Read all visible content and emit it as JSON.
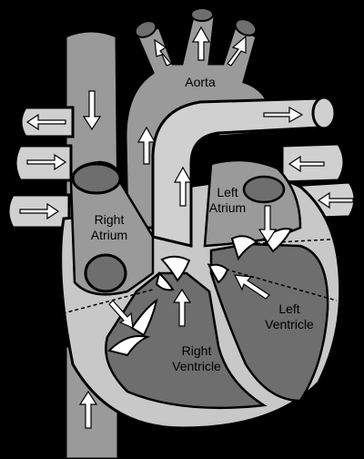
{
  "labels": {
    "aorta": "Aorta",
    "right_atrium_1": "Right",
    "right_atrium_2": "Atrium",
    "left_atrium_1": "Left",
    "left_atrium_2": "Atrium",
    "left_ventricle_1": "Left",
    "left_ventricle_2": "Ventricle",
    "right_ventricle_1": "Right",
    "right_ventricle_2": "Ventricle"
  },
  "colors": {
    "background": "#000000",
    "outline": "#000000",
    "light_gray": "#c8c8c8",
    "mid_gray": "#9a9a9a",
    "dark_gray": "#6e6e6e",
    "valve": "#ffffff"
  }
}
